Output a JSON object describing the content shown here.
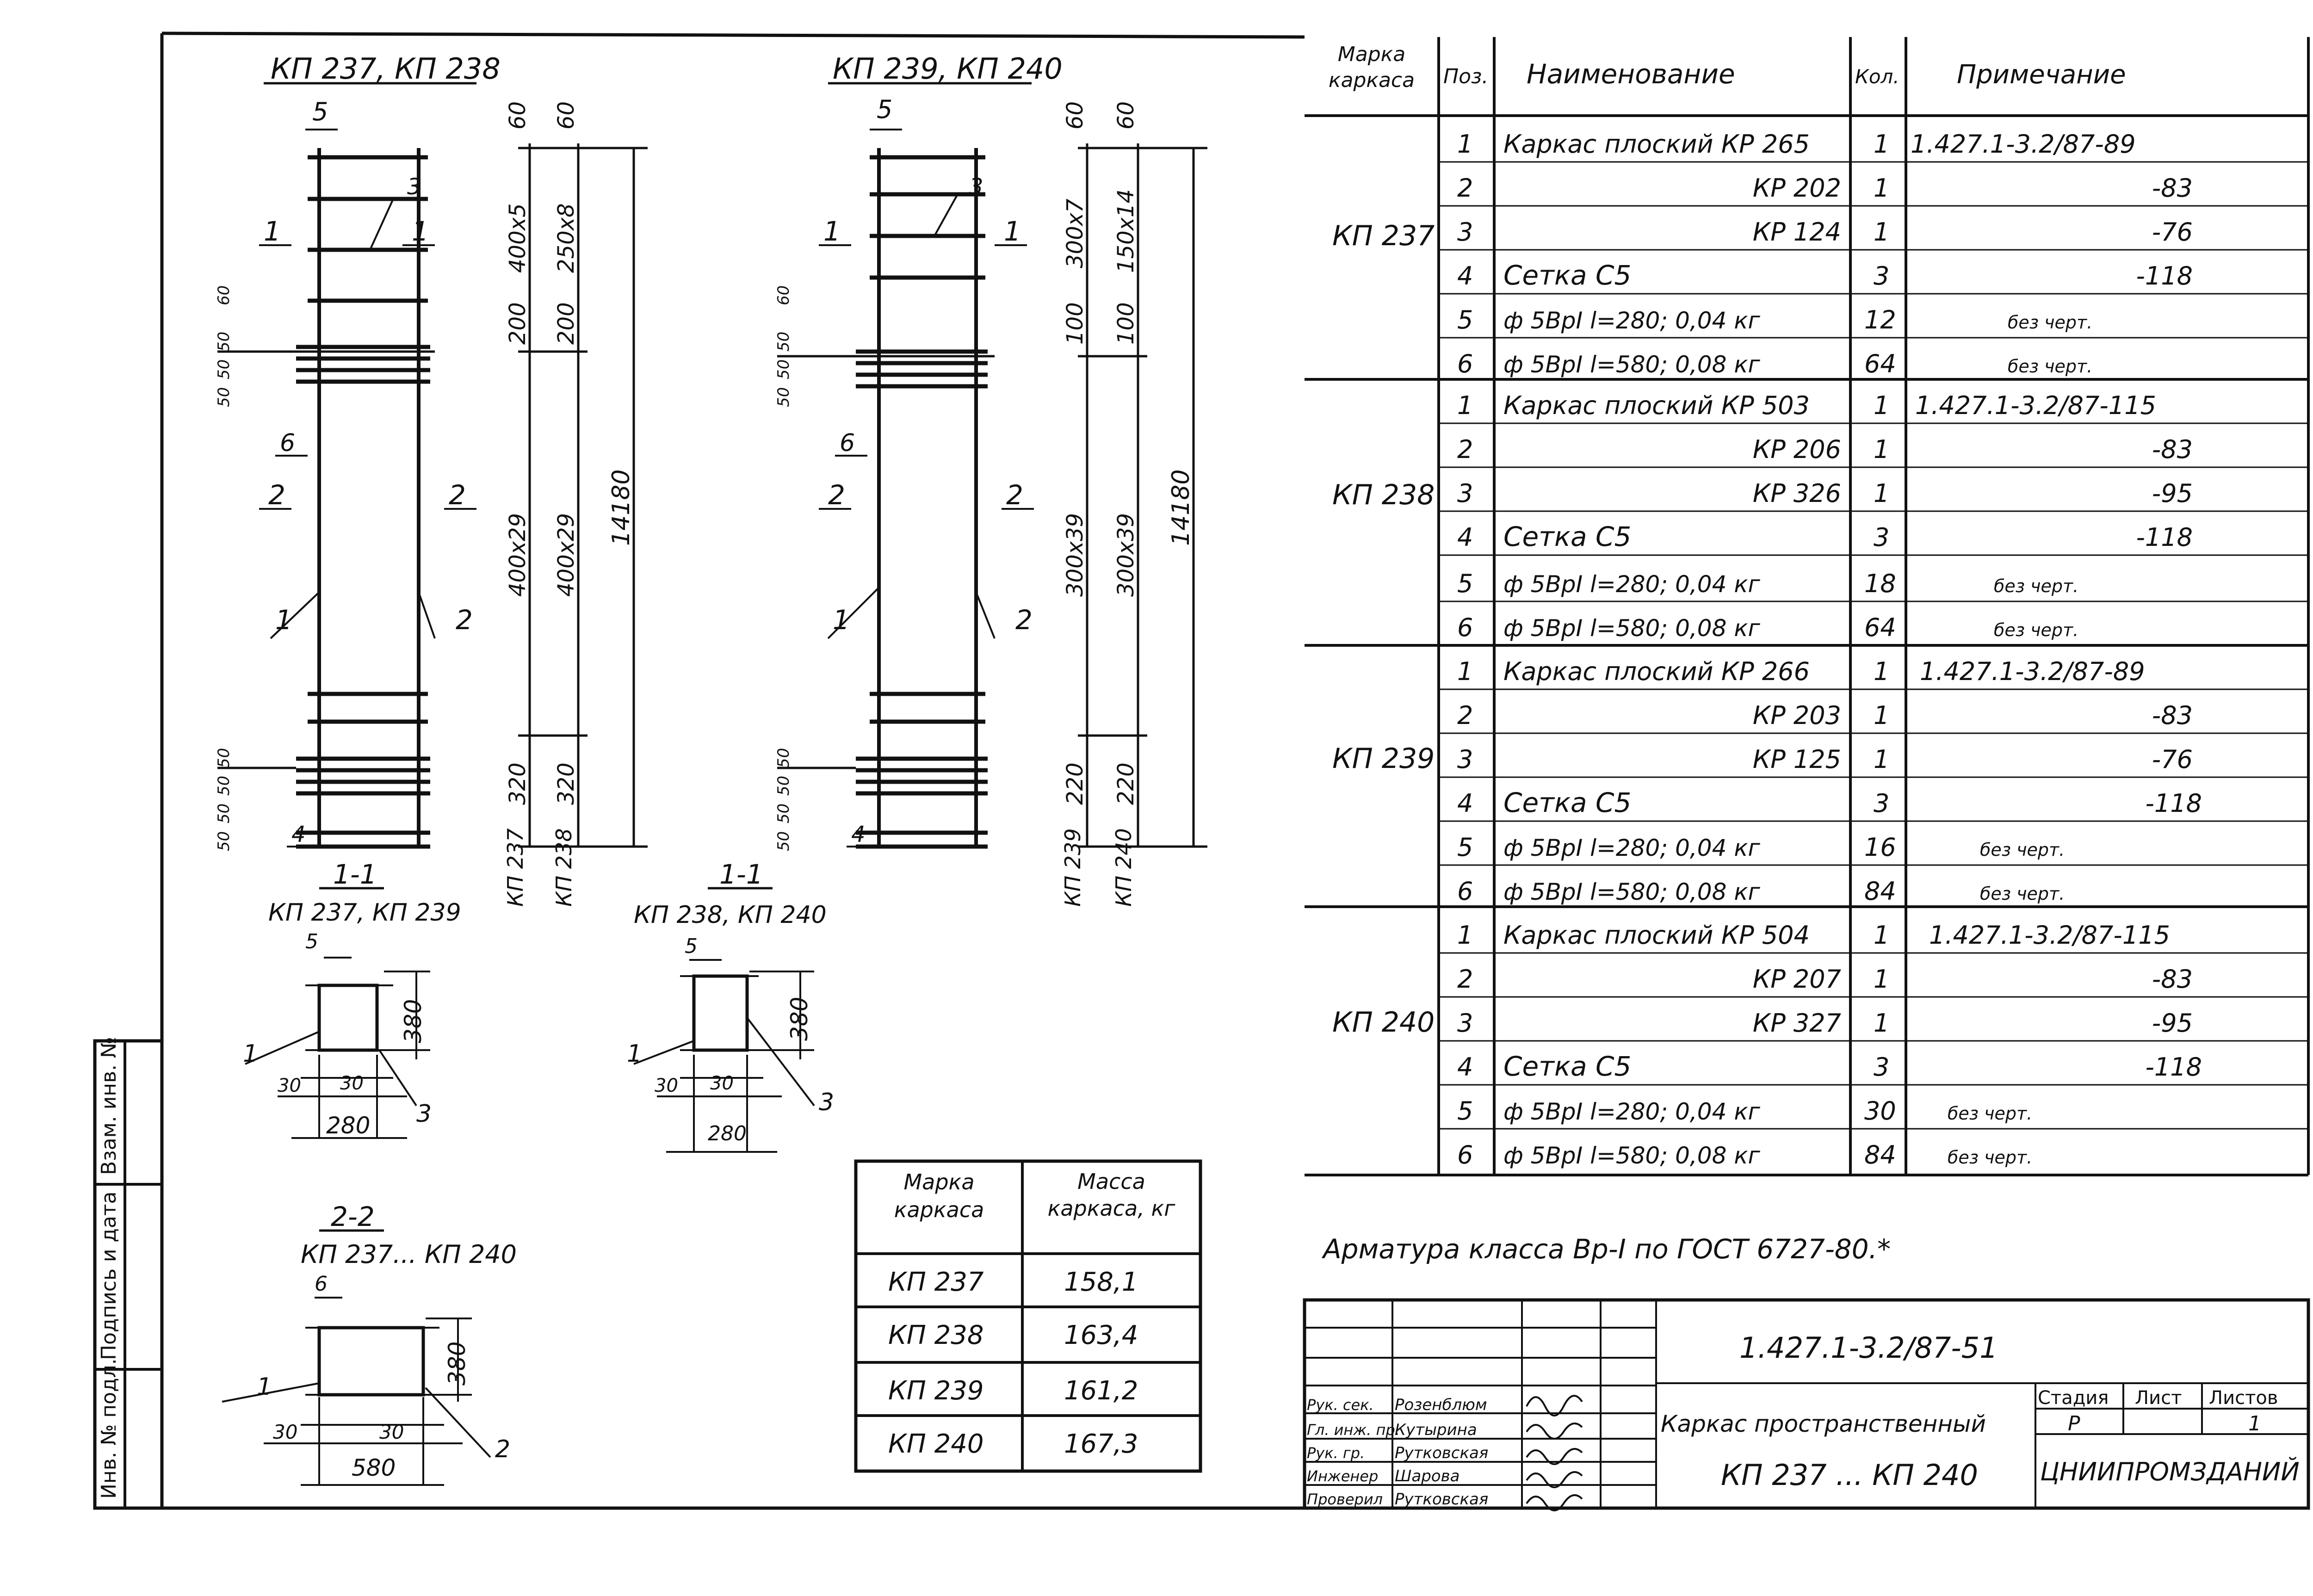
{
  "side_stamp": {
    "inv_orig": "Инв. № подл.",
    "sign_date": "Подпись и дата",
    "vzam": "Взам. инв. №"
  },
  "elevations": {
    "left_title": "КП 237, КП 238",
    "right_title": "КП 239, КП 240",
    "left": {
      "top_dims_inner": [
        "60",
        "400x5",
        "200",
        "400x29",
        "320"
      ],
      "top_dims_outer": [
        "60",
        "250x8",
        "200",
        "400x29",
        "320"
      ],
      "total": "14180",
      "small_dims_top": [
        "60",
        "50",
        "50",
        "50"
      ],
      "small_dims_bottom": [
        "50",
        "50",
        "50",
        "50"
      ],
      "marks": [
        "5",
        "3",
        "1",
        "1",
        "6",
        "2",
        "2",
        "1",
        "2",
        "4"
      ],
      "bottom_labels": [
        "КП 237",
        "КП 238"
      ]
    },
    "right": {
      "top_dims_inner": [
        "60",
        "300x7",
        "100",
        "300x39",
        "220"
      ],
      "top_dims_outer": [
        "60",
        "150x14",
        "100",
        "300x39",
        "220"
      ],
      "total": "14180",
      "small_dims_top": [
        "60",
        "50",
        "50",
        "50"
      ],
      "small_dims_bottom": [
        "50",
        "50",
        "50",
        "50"
      ],
      "marks": [
        "5",
        "3",
        "1",
        "1",
        "6",
        "2",
        "2",
        "1",
        "2",
        "4"
      ],
      "bottom_labels": [
        "КП 239",
        "КП 240"
      ]
    }
  },
  "sections": {
    "s1a": {
      "title": "1-1",
      "subtitle": "КП 237, КП 239",
      "dims": [
        "380",
        "30",
        "30",
        "280"
      ],
      "marks": [
        "5",
        "1",
        "3"
      ]
    },
    "s1b": {
      "title": "1-1",
      "subtitle": "КП 238, КП 240",
      "dims": [
        "380",
        "30",
        "30",
        "280"
      ],
      "marks": [
        "5",
        "1",
        "3"
      ]
    },
    "s2": {
      "title": "2-2",
      "subtitle": "КП 237... КП 240",
      "dims": [
        "380",
        "30",
        "30",
        "580"
      ],
      "marks": [
        "6",
        "1",
        "2"
      ]
    }
  },
  "mass_table": {
    "headers": [
      "Марка каркаса",
      "Масса каркаса, кг"
    ],
    "rows": [
      [
        "КП 237",
        "158,1"
      ],
      [
        "КП 238",
        "163,4"
      ],
      [
        "КП 239",
        "161,2"
      ],
      [
        "КП 240",
        "167,3"
      ]
    ]
  },
  "spec_table": {
    "headers": [
      "Марка каркаса",
      "Поз.",
      "Наименование",
      "Кол.",
      "Примечание"
    ],
    "groups": [
      {
        "mark": "КП 237",
        "rows": [
          [
            "1",
            "Каркас плоский КР 265",
            "1",
            "1.427.1-3.2/87-89"
          ],
          [
            "2",
            "КР 202",
            "1",
            "-83"
          ],
          [
            "3",
            "КР 124",
            "1",
            "-76"
          ],
          [
            "4",
            "Сетка С5",
            "3",
            "-118"
          ],
          [
            "5",
            "ф 5ВрI l=280; 0,04 кг",
            "12",
            "без черт."
          ],
          [
            "6",
            "ф 5ВрI l=580; 0,08 кг",
            "64",
            "без черт."
          ]
        ]
      },
      {
        "mark": "КП 238",
        "rows": [
          [
            "1",
            "Каркас плоский КР 503",
            "1",
            "1.427.1-3.2/87-115"
          ],
          [
            "2",
            "КР 206",
            "1",
            "-83"
          ],
          [
            "3",
            "КР 326",
            "1",
            "-95"
          ],
          [
            "4",
            "Сетка С5",
            "3",
            "-118"
          ],
          [
            "5",
            "ф 5ВрI l=280; 0,04 кг",
            "18",
            "без черт."
          ],
          [
            "6",
            "ф 5ВрI l=580; 0,08 кг",
            "64",
            "без черт."
          ]
        ]
      },
      {
        "mark": "КП 239",
        "rows": [
          [
            "1",
            "Каркас плоский КР 266",
            "1",
            "1.427.1-3.2/87-89"
          ],
          [
            "2",
            "КР 203",
            "1",
            "-83"
          ],
          [
            "3",
            "КР 125",
            "1",
            "-76"
          ],
          [
            "4",
            "Сетка С5",
            "3",
            "-118"
          ],
          [
            "5",
            "ф 5ВрI l=280; 0,04 кг",
            "16",
            "без черт."
          ],
          [
            "6",
            "ф 5ВрI l=580; 0,08 кг",
            "84",
            "без черт."
          ]
        ]
      },
      {
        "mark": "КП 240",
        "rows": [
          [
            "1",
            "Каркас плоский КР 504",
            "1",
            "1.427.1-3.2/87-115"
          ],
          [
            "2",
            "КР 207",
            "1",
            "-83"
          ],
          [
            "3",
            "КР 327",
            "1",
            "-95"
          ],
          [
            "4",
            "Сетка С5",
            "3",
            "-118"
          ],
          [
            "5",
            "ф 5ВрI l=280; 0,04 кг",
            "30",
            "без черт."
          ],
          [
            "6",
            "ф 5ВрI l=580; 0,08 кг",
            "84",
            "без черт."
          ]
        ]
      }
    ]
  },
  "note": "Арматура класса Вр-I по ГОСТ 6727-80.*",
  "title_block": {
    "code": "1.427.1-3.2/87-51",
    "name": "Каркас пространственный",
    "range": "КП 237 ... КП 240",
    "stage_header": "Стадия",
    "sheet_header": "Лист",
    "sheets_header": "Листов",
    "stage": "Р",
    "sheets": "1",
    "org": "ЦНИИПРОМЗДАНИЙ",
    "people": [
      [
        "Рук. сек.",
        "Розенблюм"
      ],
      [
        "Гл. инж. пр.",
        "Кутырина"
      ],
      [
        "Рук. гр.",
        "Рутковская"
      ],
      [
        "Инженер",
        "Шарова"
      ],
      [
        "Проверил",
        "Рутковская"
      ]
    ]
  }
}
